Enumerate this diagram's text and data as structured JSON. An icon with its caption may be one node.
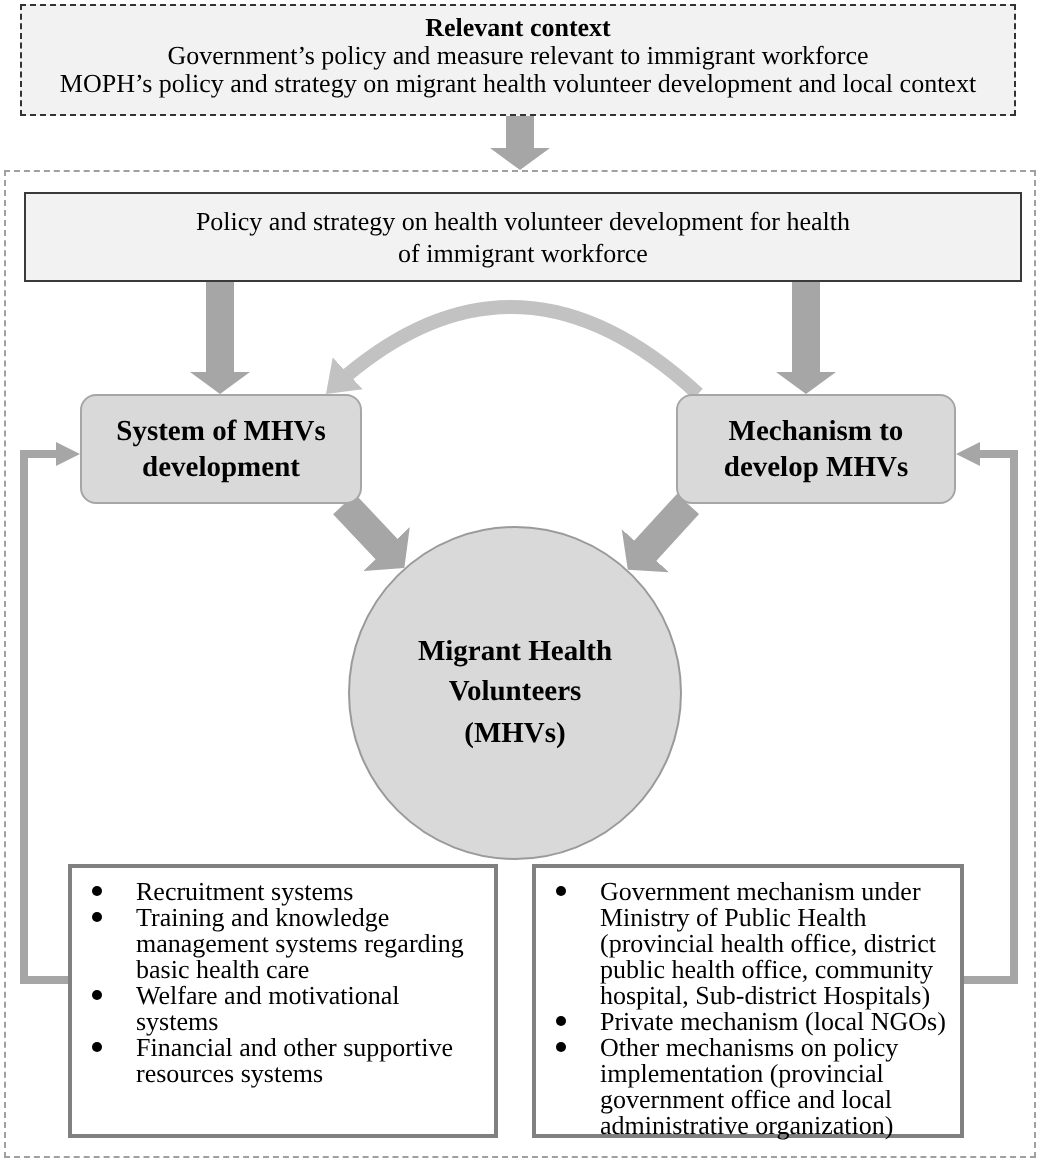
{
  "diagram": {
    "nodes": [
      {
        "text": [
          "Relevant context",
          "Government’s policy and measure relevant to immigrant workforce",
          "MOPH’s policy and strategy on migrant health volunteer development and local context"
        ]
      },
      {
        "text": [],
        "shape": "box"
      },
      {
        "text": [
          "Policy and strategy on health volunteer development for health of immigrant workforce"
        ],
        "in": 1
      },
      {
        "text": [
          "System of MHVs development"
        ],
        "in": 1
      },
      {
        "text": [
          "Mechanism to develop MHVs"
        ],
        "in": 1
      },
      {
        "text": [
          "Migrant Health Volunteers (MHVs)"
        ],
        "in": 1
      },
      {
        "text": [
          "Recruitment systems",
          "Training and knowledge management systems regarding basic health care",
          "Welfare and motivational systems",
          "Financial and other supportive resources systems"
        ],
        "in": 1
      },
      {
        "text": [
          "Government mechanism under Ministry of Public Health (provincial health office, district public health office, community hospital, Sub-district Hospitals)",
          "Private mechanism (local NGOs)",
          "Other mechanisms on policy implementation (provincial government office and local administrative organization)"
        ],
        "in": 1
      }
    ],
    "edges": [
      {
        "from": 0,
        "to": 1,
        "arrow": "to"
      },
      {
        "from": 2,
        "to": 3,
        "arrow": "to"
      },
      {
        "from": 2,
        "to": 4,
        "arrow": "to"
      },
      {
        "from": 4,
        "to": 3,
        "arrow": "to",
        "color": "#c2c2c2"
      },
      {
        "from": 3,
        "to": 5,
        "arrow": "to"
      },
      {
        "from": 4,
        "to": 5,
        "arrow": "to"
      },
      {
        "from": 6,
        "to": 3,
        "arrow": "to"
      },
      {
        "from": 7,
        "to": 4,
        "arrow": "to"
      }
    ]
  }
}
